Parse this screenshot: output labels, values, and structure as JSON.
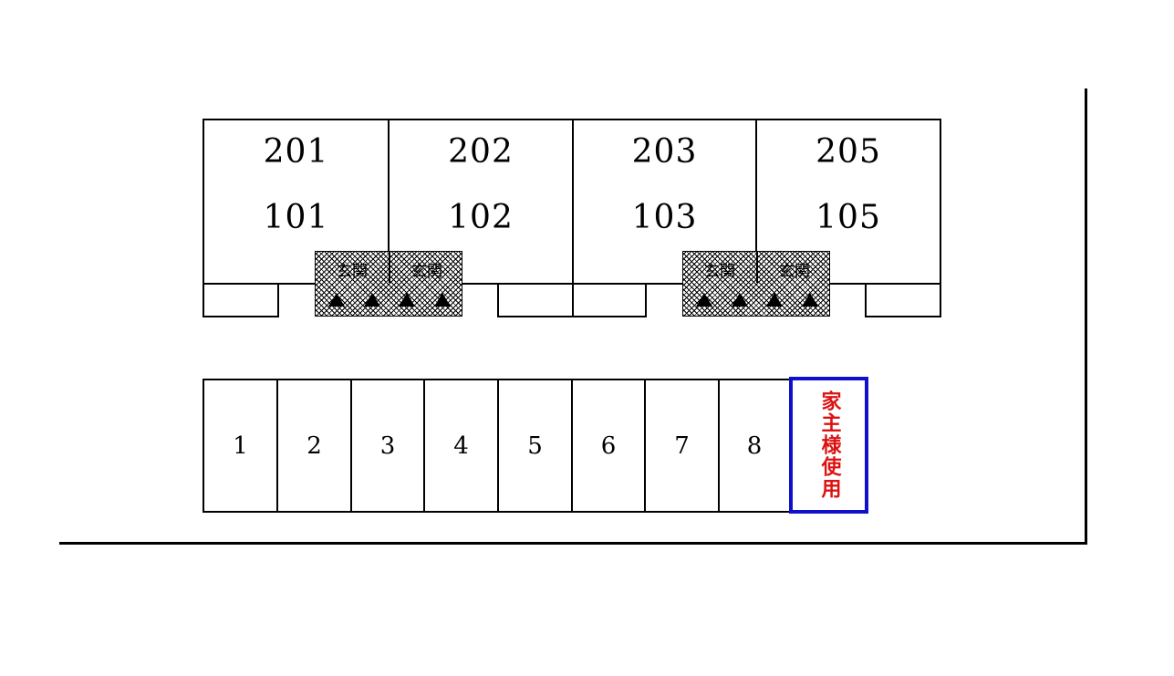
{
  "building": {
    "units": [
      {
        "upper": "201",
        "lower": "101"
      },
      {
        "upper": "202",
        "lower": "102"
      },
      {
        "upper": "203",
        "lower": "103"
      },
      {
        "upper": "205",
        "lower": "105"
      }
    ],
    "entrance_label": "玄関"
  },
  "parking": {
    "spaces": [
      "1",
      "2",
      "3",
      "4",
      "5",
      "6",
      "7",
      "8"
    ],
    "owner_space_label": "家主様使用"
  },
  "colors": {
    "owner_border": "#1010cc",
    "owner_text": "#dd1111"
  }
}
